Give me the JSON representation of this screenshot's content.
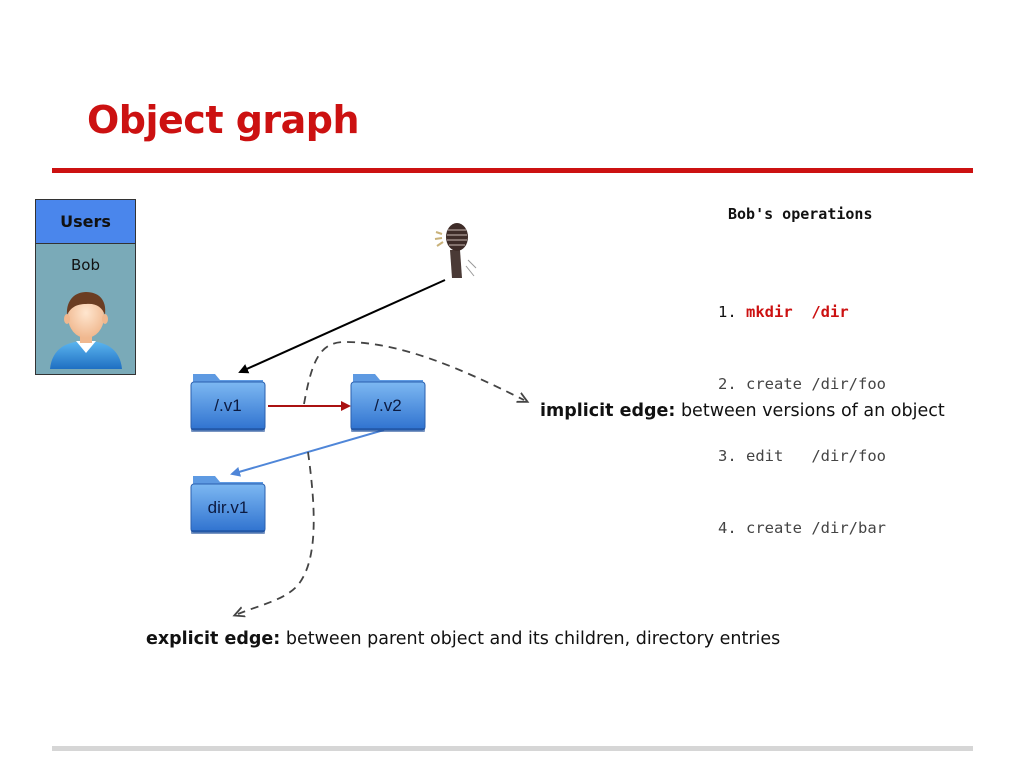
{
  "slide": {
    "title": "Object graph"
  },
  "users_panel": {
    "header": "Users",
    "user_name": "Bob"
  },
  "folders": [
    {
      "label": "/.v1"
    },
    {
      "label": "/.v2"
    },
    {
      "label": "dir.v1"
    }
  ],
  "operations": {
    "title": "Bob's operations",
    "items": [
      {
        "num": "1.",
        "cmd": "mkdir  /dir"
      },
      {
        "num": "2.",
        "cmd": "create /dir/foo"
      },
      {
        "num": "3.",
        "cmd": "edit   /dir/foo"
      },
      {
        "num": "4.",
        "cmd": "create /dir/bar"
      }
    ],
    "active_index": 0
  },
  "annotations": {
    "implicit": {
      "term": "implicit edge:",
      "text": " between versions of an object"
    },
    "explicit": {
      "term": "explicit edge:",
      "text": " between parent object and its children, directory entries"
    }
  },
  "colors": {
    "title": "#cc1111",
    "users_header": "#4a86ec",
    "users_body": "#7aaab8",
    "folder_blue": "#3f86de",
    "implicit_edge": "#aa1111",
    "explicit_edge": "#4f86d8",
    "dashed_callout": "#444444",
    "attacker_arrow": "#000000"
  },
  "icons": {
    "user": "user-avatar-icon",
    "attacker": "attacker-figure-icon",
    "folder": "folder-icon"
  }
}
